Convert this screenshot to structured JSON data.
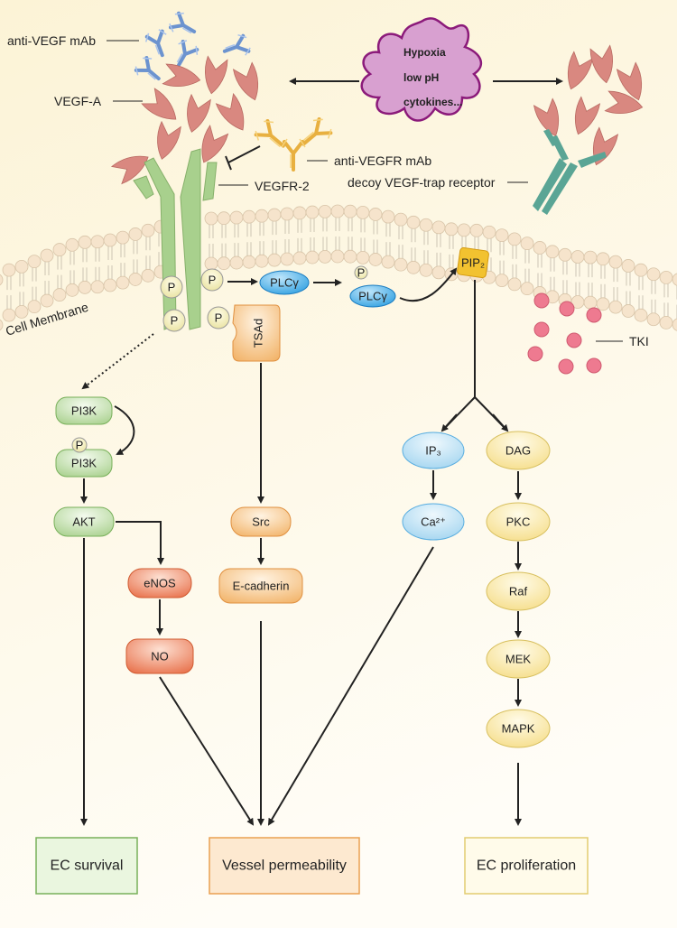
{
  "labels": {
    "anti_vegf_mab": "anti-VEGF mAb",
    "vegf_a": "VEGF-A",
    "anti_vegfr_mab": "anti-VEGFR mAb",
    "vegfr2": "VEGFR-2",
    "decoy": "decoy VEGF-trap receptor",
    "cell_membrane": "Cell Membrane",
    "tki": "TKI"
  },
  "stimulus": [
    "Hypoxia",
    "low pH",
    "cytokines..."
  ],
  "nodes": {
    "p": "P",
    "plcg": "PLCγ",
    "pip2": "PIP₂",
    "tsad": "TSAd",
    "pi3k": "PI3K",
    "akt": "AKT",
    "enos": "eNOS",
    "no": "NO",
    "src": "Src",
    "ecadherin": "E-cadherin",
    "ip3": "IP₃",
    "ca": "Ca²⁺",
    "dag": "DAG",
    "pkc": "PKC",
    "raf": "Raf",
    "mek": "MEK",
    "mapk": "MAPK"
  },
  "outcomes": {
    "survival": "EC survival",
    "permeability": "Vessel permeability",
    "proliferation": "EC proliferation"
  },
  "colors": {
    "vegf": "#d98880",
    "receptor": "#a8d08d",
    "decoy": "#5aa595",
    "anti_vegf": "#8aaee0",
    "anti_vegfr": "#e8b040",
    "stimulus": "#d8a0d0",
    "tki": "#ee7a90",
    "plcg": "#2e9fe0",
    "pip2": "#f2c230"
  }
}
